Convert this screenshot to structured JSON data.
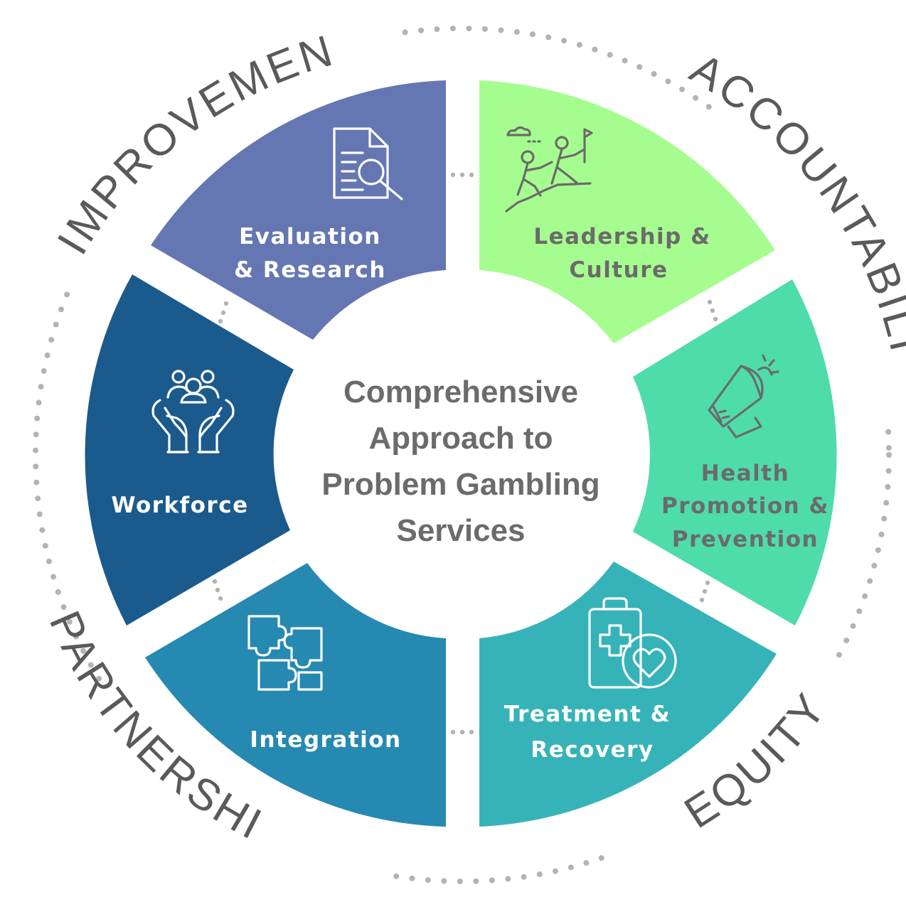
{
  "center": {
    "lines": [
      "Comprehensive",
      "Approach to",
      "Problem Gambling",
      "Services"
    ]
  },
  "ring_words": {
    "top_left": "IMPROVEMENT",
    "top_right": "ACCOUNTABILITY",
    "bottom_left": "PARTNERSHIPS",
    "bottom_right": "EQUITY"
  },
  "segments": [
    {
      "key": "evaluation",
      "lines": [
        "Evaluation",
        "& Research"
      ],
      "color": "#6577b3",
      "text_color": "#ffffff",
      "icon": "document-search-icon"
    },
    {
      "key": "leadership",
      "lines": [
        "Leadership &",
        "Culture"
      ],
      "color": "#a6fd8f",
      "text_color": "#6b6b6b",
      "icon": "climbing-team-icon"
    },
    {
      "key": "health",
      "lines": [
        "Health",
        "Promotion &",
        "Prevention"
      ],
      "color": "#4edcab",
      "text_color": "#6b6b6b",
      "icon": "megaphone-icon"
    },
    {
      "key": "treatment",
      "lines": [
        "Treatment &",
        "Recovery"
      ],
      "color": "#36b3b9",
      "text_color": "#ffffff",
      "icon": "clipboard-heart-icon"
    },
    {
      "key": "integration",
      "lines": [
        "Integration"
      ],
      "color": "#2689b1",
      "text_color": "#ffffff",
      "icon": "puzzle-icon"
    },
    {
      "key": "workforce",
      "lines": [
        "Workforce"
      ],
      "color": "#1b5a8d",
      "text_color": "#ffffff",
      "icon": "hands-people-icon"
    }
  ],
  "colors": {
    "ring_dots": "#b3b3b3",
    "center_text": "#6b6b6b",
    "ring_text": "#5a5a5a"
  }
}
